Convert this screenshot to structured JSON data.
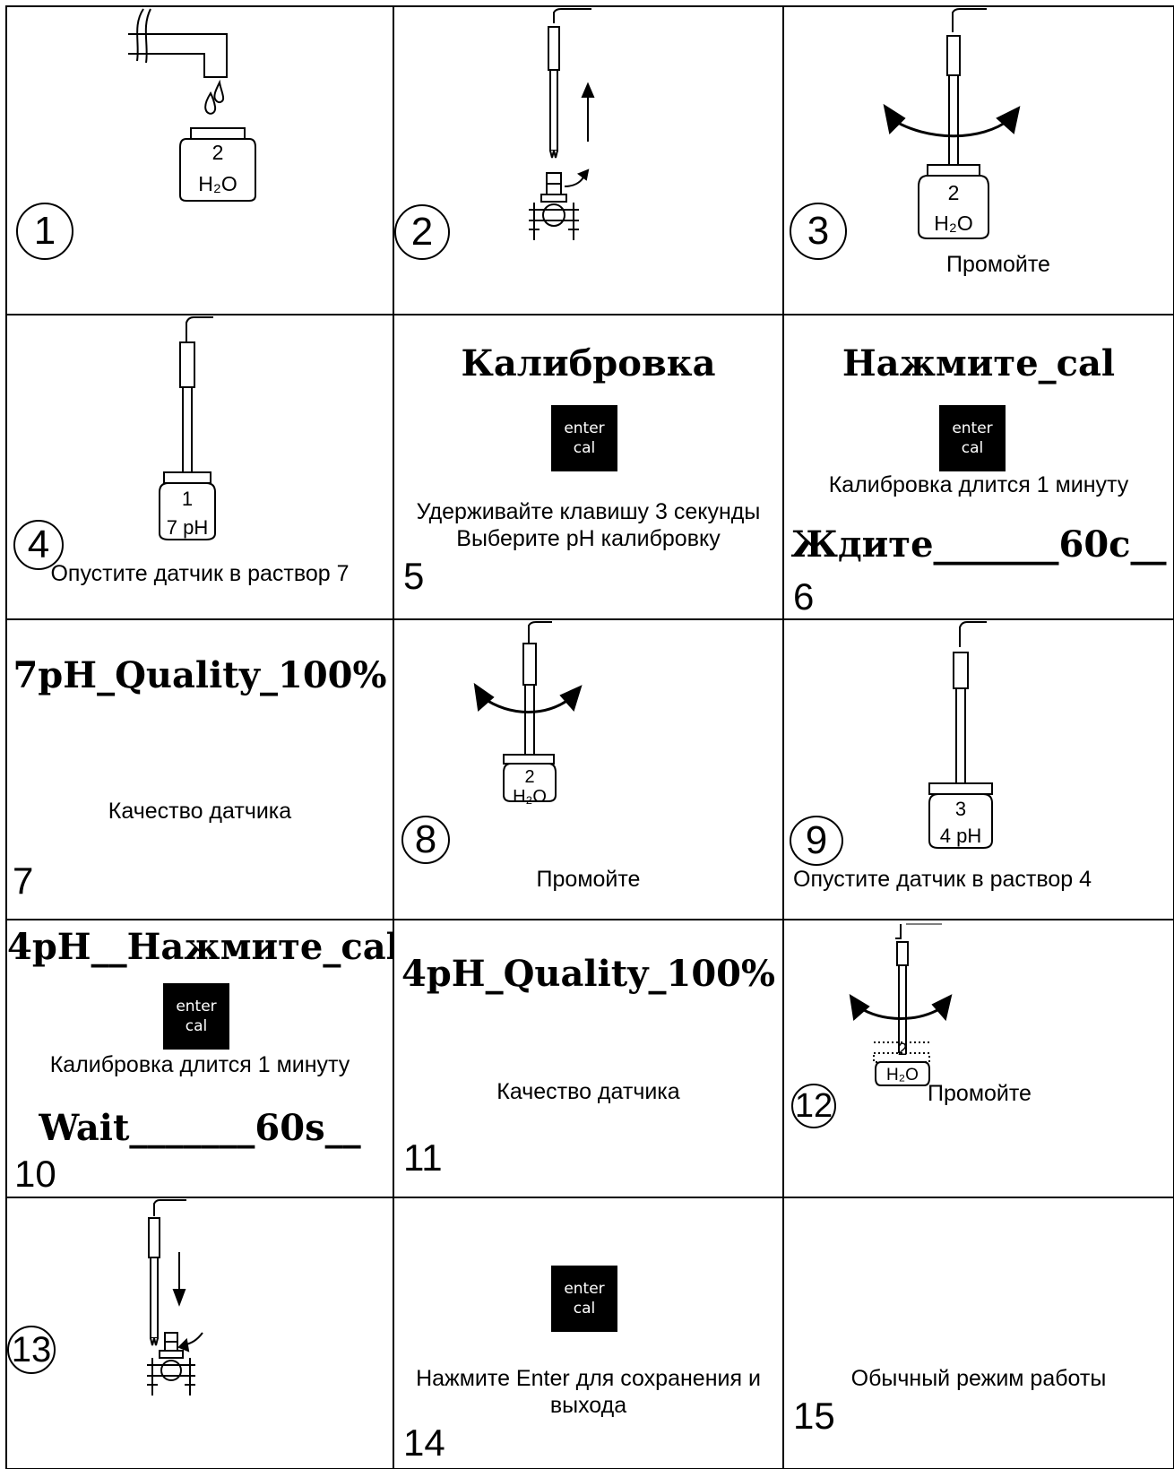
{
  "steps": {
    "s1": {
      "num": "1",
      "bottle_top": "2",
      "bottle_bottom": "H₂O"
    },
    "s2": {
      "num": "2"
    },
    "s3": {
      "num": "3",
      "bottle_top": "2",
      "bottle_bottom": "H₂O",
      "caption": "Промойте"
    },
    "s4": {
      "num": "4",
      "bottle_top": "1",
      "bottle_bottom": "7 pH",
      "caption": "Опустите датчик в раствор 7"
    },
    "s5": {
      "num": "5",
      "heading": "Калибровка",
      "key_line1": "enter",
      "key_line2": "cal",
      "caption_line1": "Удерживайте клавишу 3 секунды",
      "caption_line2": "Выберите pH калибровку"
    },
    "s6": {
      "num": "6",
      "heading": "Нажмите_cal",
      "key_line1": "enter",
      "key_line2": "cal",
      "caption": "Калибровка длится 1 минуту",
      "wait_text": "Ждите_______60с__"
    },
    "s7": {
      "num": "7",
      "heading": "7pH_Quality_100%",
      "caption": "Качество датчика"
    },
    "s8": {
      "num": "8",
      "bottle_top": "2",
      "bottle_bottom": "H₂O",
      "caption": "Промойте"
    },
    "s9": {
      "num": "9",
      "bottle_top": "3",
      "bottle_bottom": "4 pH",
      "caption": "Опустите датчик в раствор 4"
    },
    "s10": {
      "num": "10",
      "heading": "4pH__Нажмите_cal",
      "key_line1": "enter",
      "key_line2": "cal",
      "caption": "Калибровка длится 1 минуту",
      "wait_text": "Wait_______60s__"
    },
    "s11": {
      "num": "11",
      "heading": "4pH_Quality_100%",
      "caption": "Качество датчика"
    },
    "s12": {
      "num": "12",
      "bottle_top": "2",
      "bottle_bottom": "H₂O",
      "caption": "Промойте"
    },
    "s13": {
      "num": "13"
    },
    "s14": {
      "num": "14",
      "key_line1": "enter",
      "key_line2": "cal",
      "caption_line1": "Нажмите Enter для сохранения и",
      "caption_line2": "выхода"
    },
    "s15": {
      "num": "15",
      "caption": "Обычный режим работы"
    }
  }
}
